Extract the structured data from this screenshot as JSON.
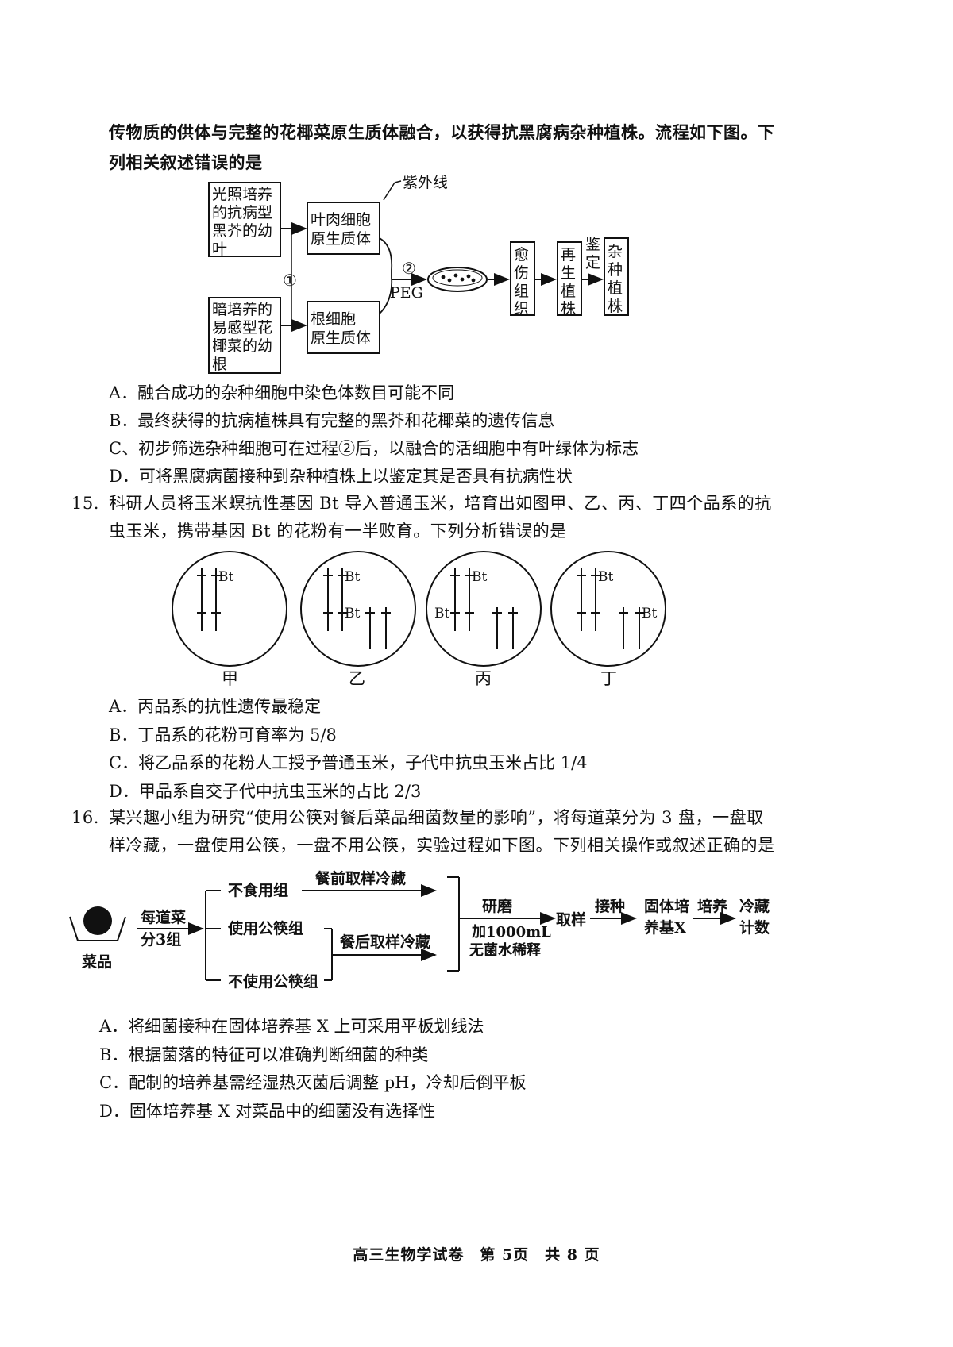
{
  "q14": {
    "intro_line1": "传物质的供体与完整的花椰菜原生质体融合，以获得抗黑腐病杂种植株。流程如下图。下",
    "intro_line2": "列相关叙述错误的是",
    "diagram": {
      "box_leaf": [
        "光照培养",
        "的抗病型",
        "黑芥的幼",
        "叶"
      ],
      "box_root": [
        "暗培养的",
        "易感型花",
        "椰菜的幼",
        "根"
      ],
      "box_mesophyll": [
        "叶肉细胞",
        "原生质体"
      ],
      "box_rootcell": [
        "根细胞",
        "原生质体"
      ],
      "uv_label": "紫外线",
      "step1": "①",
      "step2": "②",
      "peg": "PEG",
      "callus": [
        "愈",
        "伤",
        "组",
        "织"
      ],
      "regen": [
        "再",
        "生",
        "植",
        "株"
      ],
      "identify": [
        "鉴",
        "定"
      ],
      "hybrid": [
        "杂",
        "种",
        "植",
        "株"
      ]
    },
    "options": [
      "A．融合成功的杂种细胞中染色体数目可能不同",
      "B．最终获得的抗病植株具有完整的黑芥和花椰菜的遗传信息",
      "C、初步筛选杂种细胞可在过程②后，以融合的活细胞中有叶绿体为标志",
      "D．可将黑腐病菌接种到杂种植株上以鉴定其是否具有抗病性状"
    ]
  },
  "q15": {
    "number": "15.",
    "line1": "科研人员将玉米螟抗性基因 Bt 导入普通玉米，培育出如图甲、乙、丙、丁四个品系的抗",
    "line2": "虫玉米，携带基因 Bt 的花粉有一半败育。下列分析错误的是",
    "gene_label": "Bt",
    "cells": [
      "甲",
      "乙",
      "丙",
      "丁"
    ],
    "options": [
      "A．丙品系的抗性遗传最稳定",
      "B．丁品系的花粉可育率为 5/8",
      "C．将乙品系的花粉人工授予普通玉米，子代中抗虫玉米占比 1/4",
      "D．甲品系自交子代中抗虫玉米的占比 2/3"
    ]
  },
  "q16": {
    "number": "16.",
    "line1": "某兴趣小组为研究“使用公筷对餐后菜品细菌数量的影响”，将每道菜分为 3 盘，一盘取",
    "line2": "样冷藏，一盘使用公筷，一盘不用公筷，实验过程如下图。下列相关操作或叙述正确的是",
    "diagram": {
      "dish": "菜品",
      "split": [
        "每道菜",
        "分3组"
      ],
      "group1": "不食用组",
      "group2": "使用公筷组",
      "group3": "不使用公筷组",
      "before": "餐前取样冷藏",
      "after": "餐后取样冷藏",
      "grind": [
        "研磨",
        "加1000mL",
        "无菌水稀释"
      ],
      "sample": "取样",
      "inoculate": "接种",
      "medium": [
        "固体培",
        "养基X"
      ],
      "culture": "培养",
      "count": [
        "冷藏",
        "计数"
      ]
    },
    "options": [
      "A．将细菌接种在固体培养基 X 上可采用平板划线法",
      "B．根据菌落的特征可以准确判断细菌的种类",
      "C．配制的培养基需经湿热灭菌后调整 pH，冷却后倒平板",
      "D．固体培养基 X 对菜品中的细菌没有选择性"
    ]
  },
  "footer": "高三生物学试卷　第 5页　共 8 页"
}
